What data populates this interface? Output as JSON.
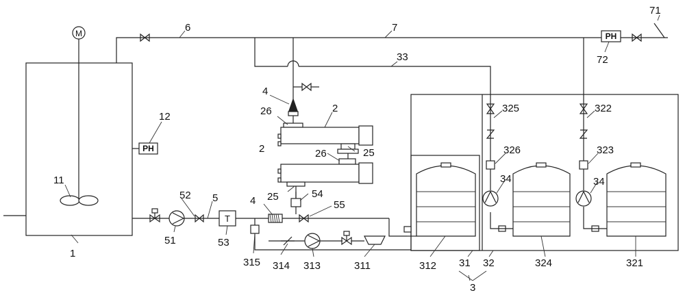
{
  "symbols": {
    "motor": "M",
    "ph": "PH",
    "temperature": "T"
  },
  "labels": {
    "l1": "1",
    "l11": "11",
    "l12": "12",
    "l2a": "2",
    "l2b": "2",
    "l3": "3",
    "l4a": "4",
    "l4b": "4",
    "l5": "5",
    "l6": "6",
    "l7": "7",
    "l25a": "25",
    "l25b": "25",
    "l26a": "26",
    "l26b": "26",
    "l31": "31",
    "l32": "32",
    "l33": "33",
    "l34a": "34",
    "l34b": "34",
    "l51": "51",
    "l52": "52",
    "l53": "53",
    "l54": "54",
    "l55": "55",
    "l71": "71",
    "l72": "72",
    "l311": "311",
    "l312": "312",
    "l313": "313",
    "l314": "314",
    "l315": "315",
    "l321": "321",
    "l322": "322",
    "l323": "323",
    "l324": "324",
    "l325": "325",
    "l326": "326"
  }
}
